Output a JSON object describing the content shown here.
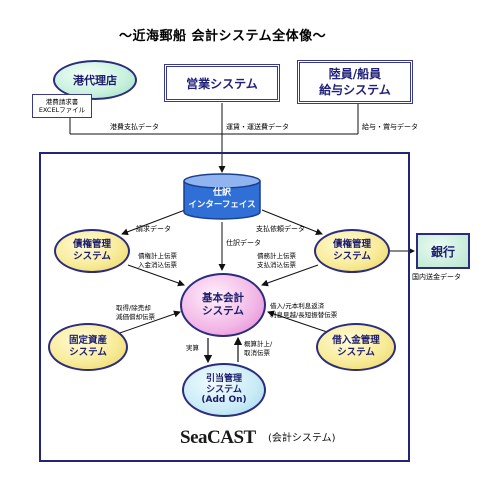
{
  "title": "～近海郵船 会計システム全体像～",
  "top_systems": {
    "agent": "港代理店",
    "excel_line1": "港費請求書",
    "excel_line2": "EXCELファイル",
    "sales": "営業システム",
    "payroll_line1": "陸員/船員",
    "payroll_line2": "給与システム"
  },
  "top_flows": {
    "port_fee": "港費支払データ",
    "freight": "運賃・運送費データ",
    "salary": "給与・賞与データ"
  },
  "interface": {
    "line1": "仕訳",
    "line2": "インターフェイス"
  },
  "nodes": {
    "receivable_line1": "債権管理",
    "receivable_line2": "システム",
    "payable_line1": "債権管理",
    "payable_line2": "システム",
    "core_line1": "基本会計",
    "core_line2": "システム",
    "fixed_line1": "固定資産",
    "fixed_line2": "システム",
    "loan_line1": "借入金管理",
    "loan_line2": "システム",
    "provision_line1": "引当管理",
    "provision_line2": "システム",
    "provision_line3": "(Add On)",
    "bank": "銀行"
  },
  "flows": {
    "invoice_data": "請求データ",
    "payment_request": "支払依頼データ",
    "journal_data": "仕訳データ",
    "receivable_post_line1": "債権計上伝票",
    "receivable_post_line2": "入金消込伝票",
    "payable_post_line1": "債務計上伝票",
    "payable_post_line2": "支払消込伝票",
    "domestic_transfer": "国内送金データ",
    "fixed_line1": "取得/除売却",
    "fixed_line2": "減価償却伝票",
    "loan_line1": "借入/元本利息返済",
    "loan_line2": "利息見越/長短振替伝票",
    "actual": "実算",
    "estimate_line1": "概算計上/",
    "estimate_line2": "取消伝票"
  },
  "brand": {
    "name": "SeaCAST",
    "sub": "(会計システム)"
  },
  "colors": {
    "frame": "#232378",
    "receivable": "#f8ec9a",
    "core": "#f2b6e6",
    "agent": "#c6f0dc",
    "addon": "#c9ebf6",
    "interface": "#2f6fd6"
  }
}
